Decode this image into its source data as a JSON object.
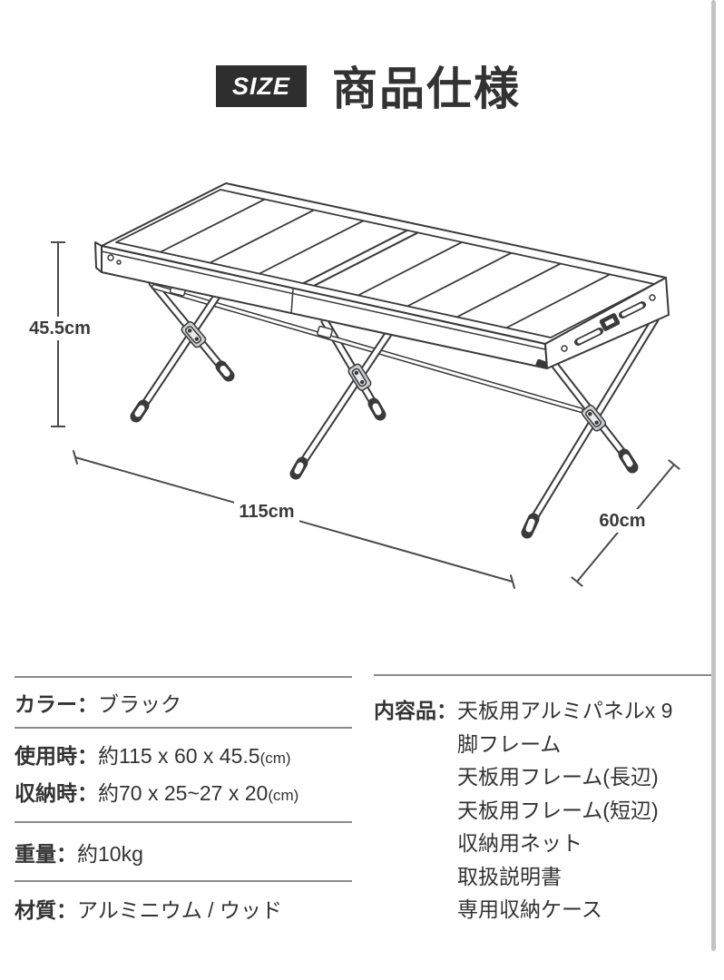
{
  "header": {
    "badge": "SIZE",
    "title": "商品仕様"
  },
  "diagram": {
    "height_label": "45.5cm",
    "length_label": "115cm",
    "depth_label": "60cm"
  },
  "specs": {
    "color": {
      "label": "カラー：",
      "value": "ブラック"
    },
    "size_in_use": {
      "label": "使用時：",
      "value": "約115 x 60 x 45.5",
      "unit": "(cm)"
    },
    "size_stored": {
      "label": "収納時：",
      "value": "約70 x 25~27 x 20",
      "unit": "(cm)"
    },
    "weight": {
      "label": "重量：",
      "value": "約10kg"
    },
    "material": {
      "label": "材質：",
      "value": "アルミニウム / ウッド"
    },
    "contents": {
      "label": "内容品：",
      "items": [
        "天板用アルミパネルx 9",
        "脚フレーム",
        "天板用フレーム(長辺)",
        "天板用フレーム(短辺)",
        "収納用ネット",
        "取扱説明書",
        "専用収納ケース"
      ]
    }
  },
  "colors": {
    "badge_bg": "#2e2e2e",
    "text": "#333333",
    "line_art": "#3a3a3a",
    "divider": "#8a8a8a",
    "scrollbar": "#c3c3c3"
  }
}
